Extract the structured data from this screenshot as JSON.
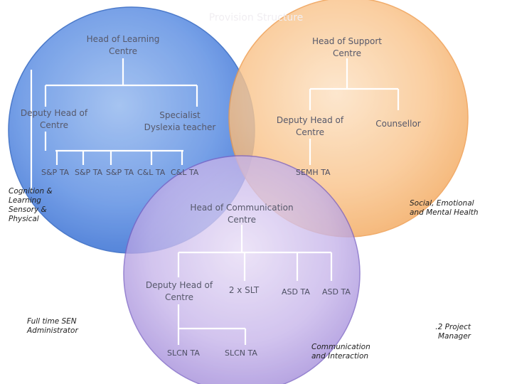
{
  "title": "Provision Structure",
  "colors": {
    "learning_circle": "#5b8fe0",
    "support_circle": "#f6b777",
    "communication_circle": "#a894dc",
    "connector": "#ffffff"
  },
  "learning": {
    "head": [
      "Head of Learning",
      "Centre"
    ],
    "deputy": [
      "Deputy Head of",
      "Centre"
    ],
    "specialist": [
      "Specialist",
      "Dyslexia teacher"
    ],
    "tas": [
      "S&P TA",
      "S&P TA",
      "S&P TA",
      "C&L TA",
      "C&L TA"
    ],
    "area_label": [
      "Cognition &",
      "Learning",
      "Sensory &",
      "Physical"
    ]
  },
  "support": {
    "head": [
      "Head of Support",
      "Centre"
    ],
    "deputy": [
      "Deputy Head of",
      "Centre"
    ],
    "counsellor": "Counsellor",
    "ta": "SEMH TA",
    "area_label": [
      "Social, Emotional",
      "and Mental Health"
    ]
  },
  "communication": {
    "head": [
      "Head of Communication",
      "Centre"
    ],
    "deputy": [
      "Deputy Head of",
      "Centre"
    ],
    "slt": "2 x SLT",
    "asd_tas": [
      "ASD TA",
      "ASD TA"
    ],
    "slcn_tas": [
      "SLCN TA",
      "SLCN TA"
    ],
    "area_label": [
      "Communication",
      "and Interaction"
    ]
  },
  "admin": [
    "Full time SEN",
    "Administrator"
  ],
  "project_manager": [
    ".2 Project",
    "Manager"
  ]
}
